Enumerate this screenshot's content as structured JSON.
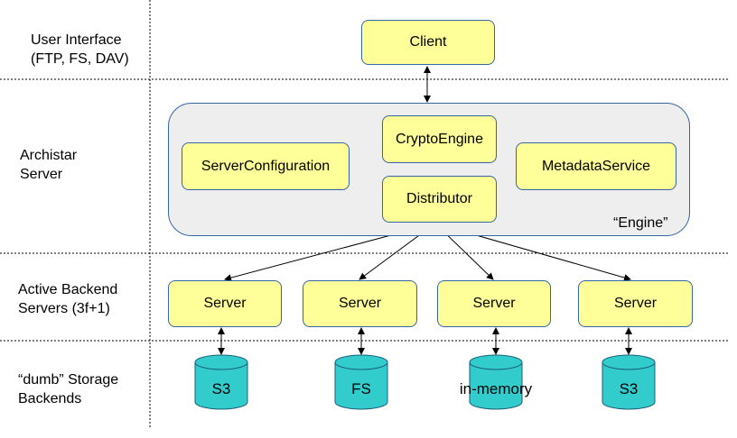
{
  "layers": [
    {
      "label": "User Interface\n(FTP, FS, DAV)"
    },
    {
      "label": "Archistar\nServer"
    },
    {
      "label": "Active Backend\nServers (3f+1)"
    },
    {
      "label": "“dumb” Storage\nBackends"
    }
  ],
  "client": {
    "label": "Client"
  },
  "engine": {
    "label": "“Engine”",
    "components": {
      "server_configuration": "ServerConfiguration",
      "crypto_engine": "CryptoEngine",
      "distributor": "Distributor",
      "metadata_service": "MetadataService"
    }
  },
  "servers": [
    {
      "label": "Server"
    },
    {
      "label": "Server"
    },
    {
      "label": "Server"
    },
    {
      "label": "Server"
    }
  ],
  "storage": [
    {
      "label": "S3"
    },
    {
      "label": "FS"
    },
    {
      "label": "in-memory"
    },
    {
      "label": "S3"
    }
  ],
  "colors": {
    "box_fill": "#ffff99",
    "box_border": "#3465a4",
    "engine_fill": "#eeeeee",
    "storage_fill": "#33cccc"
  }
}
